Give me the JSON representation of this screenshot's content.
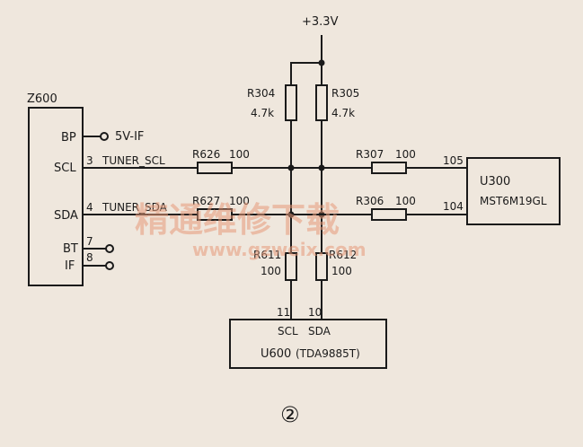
{
  "supply": "+3.3V",
  "z600": {
    "ref": "Z600",
    "pins": [
      {
        "name": "BP",
        "num": ""
      },
      {
        "name": "SCL",
        "num": "3"
      },
      {
        "name": "SDA",
        "num": "4"
      },
      {
        "name": "BT",
        "num": "7"
      },
      {
        "name": "IF",
        "num": "8"
      }
    ],
    "bp_net": "5V-IF"
  },
  "nets": {
    "scl": "TUNER_SCL",
    "sda": "TUNER_SDA"
  },
  "resistors": {
    "r304": {
      "ref": "R304",
      "value": "4.7k"
    },
    "r305": {
      "ref": "R305",
      "value": "4.7k"
    },
    "r626": {
      "ref": "R626",
      "value": "100"
    },
    "r627": {
      "ref": "R627",
      "value": "100"
    },
    "r307": {
      "ref": "R307",
      "value": "100"
    },
    "r306": {
      "ref": "R306",
      "value": "100"
    },
    "r611": {
      "ref": "R611",
      "value": "100"
    },
    "r612": {
      "ref": "R612",
      "value": "100"
    }
  },
  "u300": {
    "ref": "U300",
    "part": "MST6M19GL",
    "pin_scl": "105",
    "pin_sda": "104"
  },
  "u600": {
    "ref": "U600",
    "part": "(TDA9885T)",
    "pin_scl": "11",
    "pin_sda": "10",
    "label_scl": "SCL",
    "label_sda": "SDA"
  },
  "figure_number": "②",
  "watermark": {
    "cn": "精通维修下载",
    "url": "www.gzweix.com"
  }
}
